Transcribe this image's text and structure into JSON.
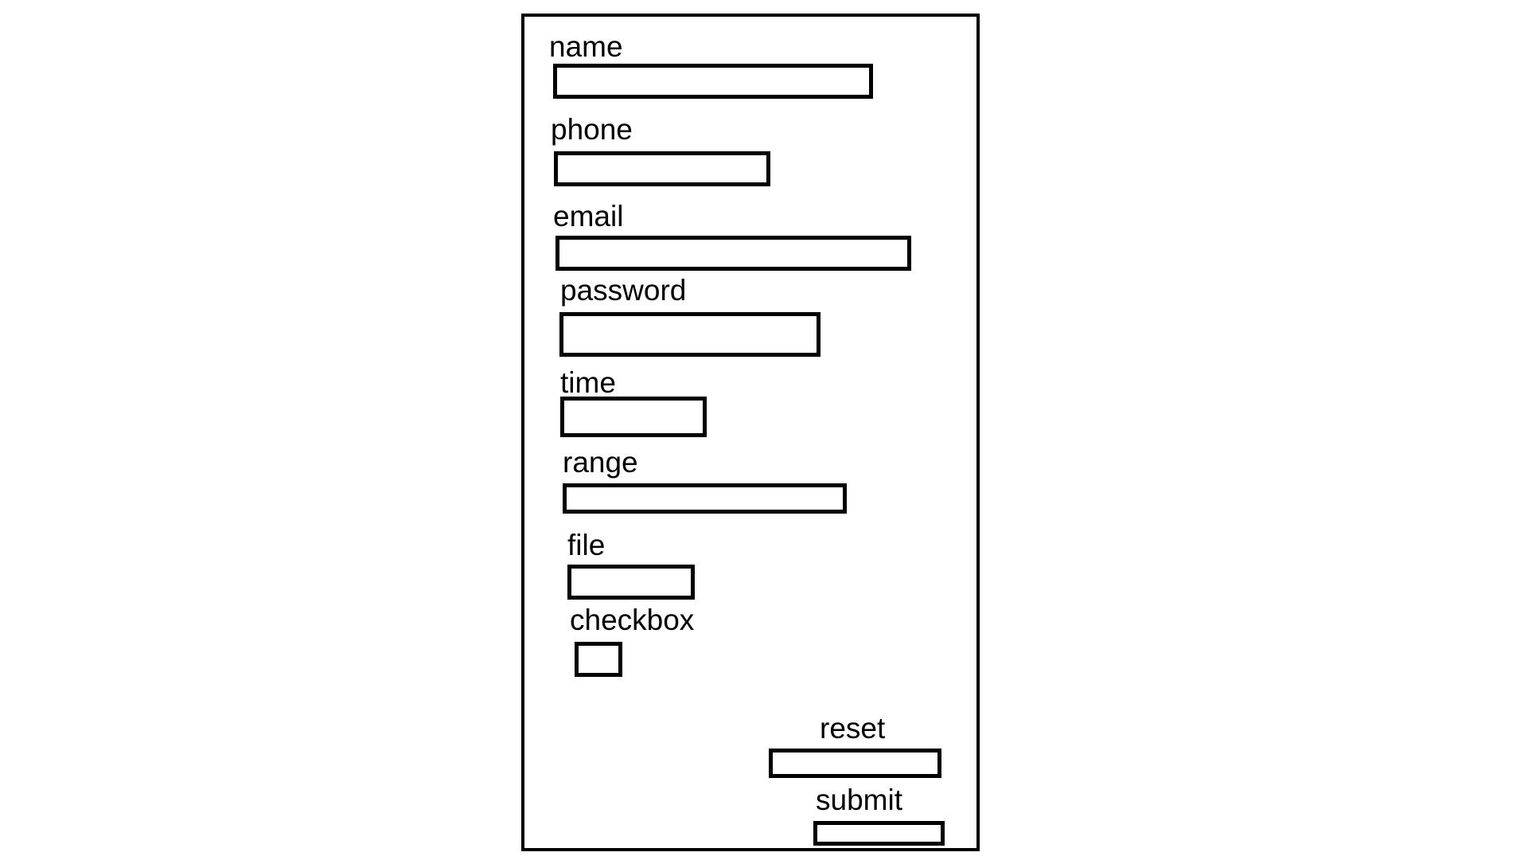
{
  "form": {
    "fields": [
      {
        "key": "name",
        "label": "name"
      },
      {
        "key": "phone",
        "label": "phone"
      },
      {
        "key": "email",
        "label": "email"
      },
      {
        "key": "password",
        "label": "password"
      },
      {
        "key": "time",
        "label": "time"
      },
      {
        "key": "range",
        "label": "range"
      },
      {
        "key": "file",
        "label": "file"
      },
      {
        "key": "checkbox",
        "label": "checkbox"
      }
    ],
    "buttons": {
      "reset_label": "reset",
      "submit_label": "submit"
    }
  }
}
